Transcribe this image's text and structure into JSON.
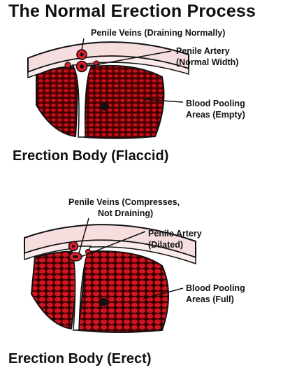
{
  "title": "The Normal Erection Process",
  "panels": [
    {
      "state": "flaccid",
      "caption": "Erection Body (Flaccid)",
      "labels": {
        "veins": "Penile Veins (Draining Normally)",
        "artery_line1": "Penile Artery",
        "artery_line2": "(Normal Width)",
        "pool_line1": "Blood Pooling",
        "pool_line2": "Areas (Empty)"
      }
    },
    {
      "state": "erect",
      "caption": "Erection Body (Erect)",
      "labels": {
        "veins_line1": "Penile Veins (Compresses,",
        "veins_line2": "Not Draining)",
        "artery_line1": "Penile Artery",
        "artery_line2": "(Dilated)",
        "pool_line1": "Blood Pooling",
        "pool_line2": "Areas (Full)"
      }
    }
  ],
  "colors": {
    "tissue_dark": "#5a0000",
    "tissue_red": "#c8101a",
    "sheath": "#f6dede",
    "outline": "#111111"
  }
}
